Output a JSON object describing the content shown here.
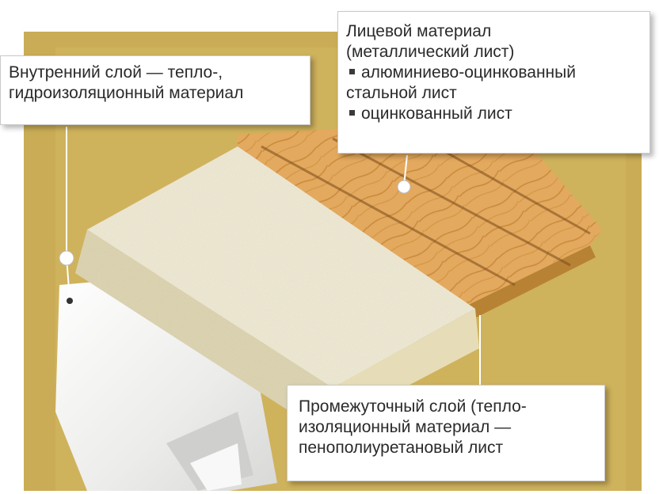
{
  "colors": {
    "background_gold": "#c9ac55",
    "board_wood": "#e2a85c",
    "board_wood_dark": "#c98a3c",
    "foam": "#ece6cc",
    "foil": "#f2f2f0",
    "callout_bg": "#ffffff",
    "text": "#2a2a2a"
  },
  "callouts": {
    "inner_layer": {
      "lines": [
        "Внутренний слой — тепло-,",
        "гидроизоляционный материал"
      ]
    },
    "face_material": {
      "lines": [
        "Лицевой материал",
        "(металлический лист)"
      ],
      "bullets": [
        "алюминиево-оцинкованный",
        "стальной лист",
        "оцинкованный лист"
      ]
    },
    "middle_layer": {
      "lines": [
        "Промежуточный слой (тепло-",
        "изоляционный материал —",
        "пенополиуретановый лист"
      ]
    }
  }
}
